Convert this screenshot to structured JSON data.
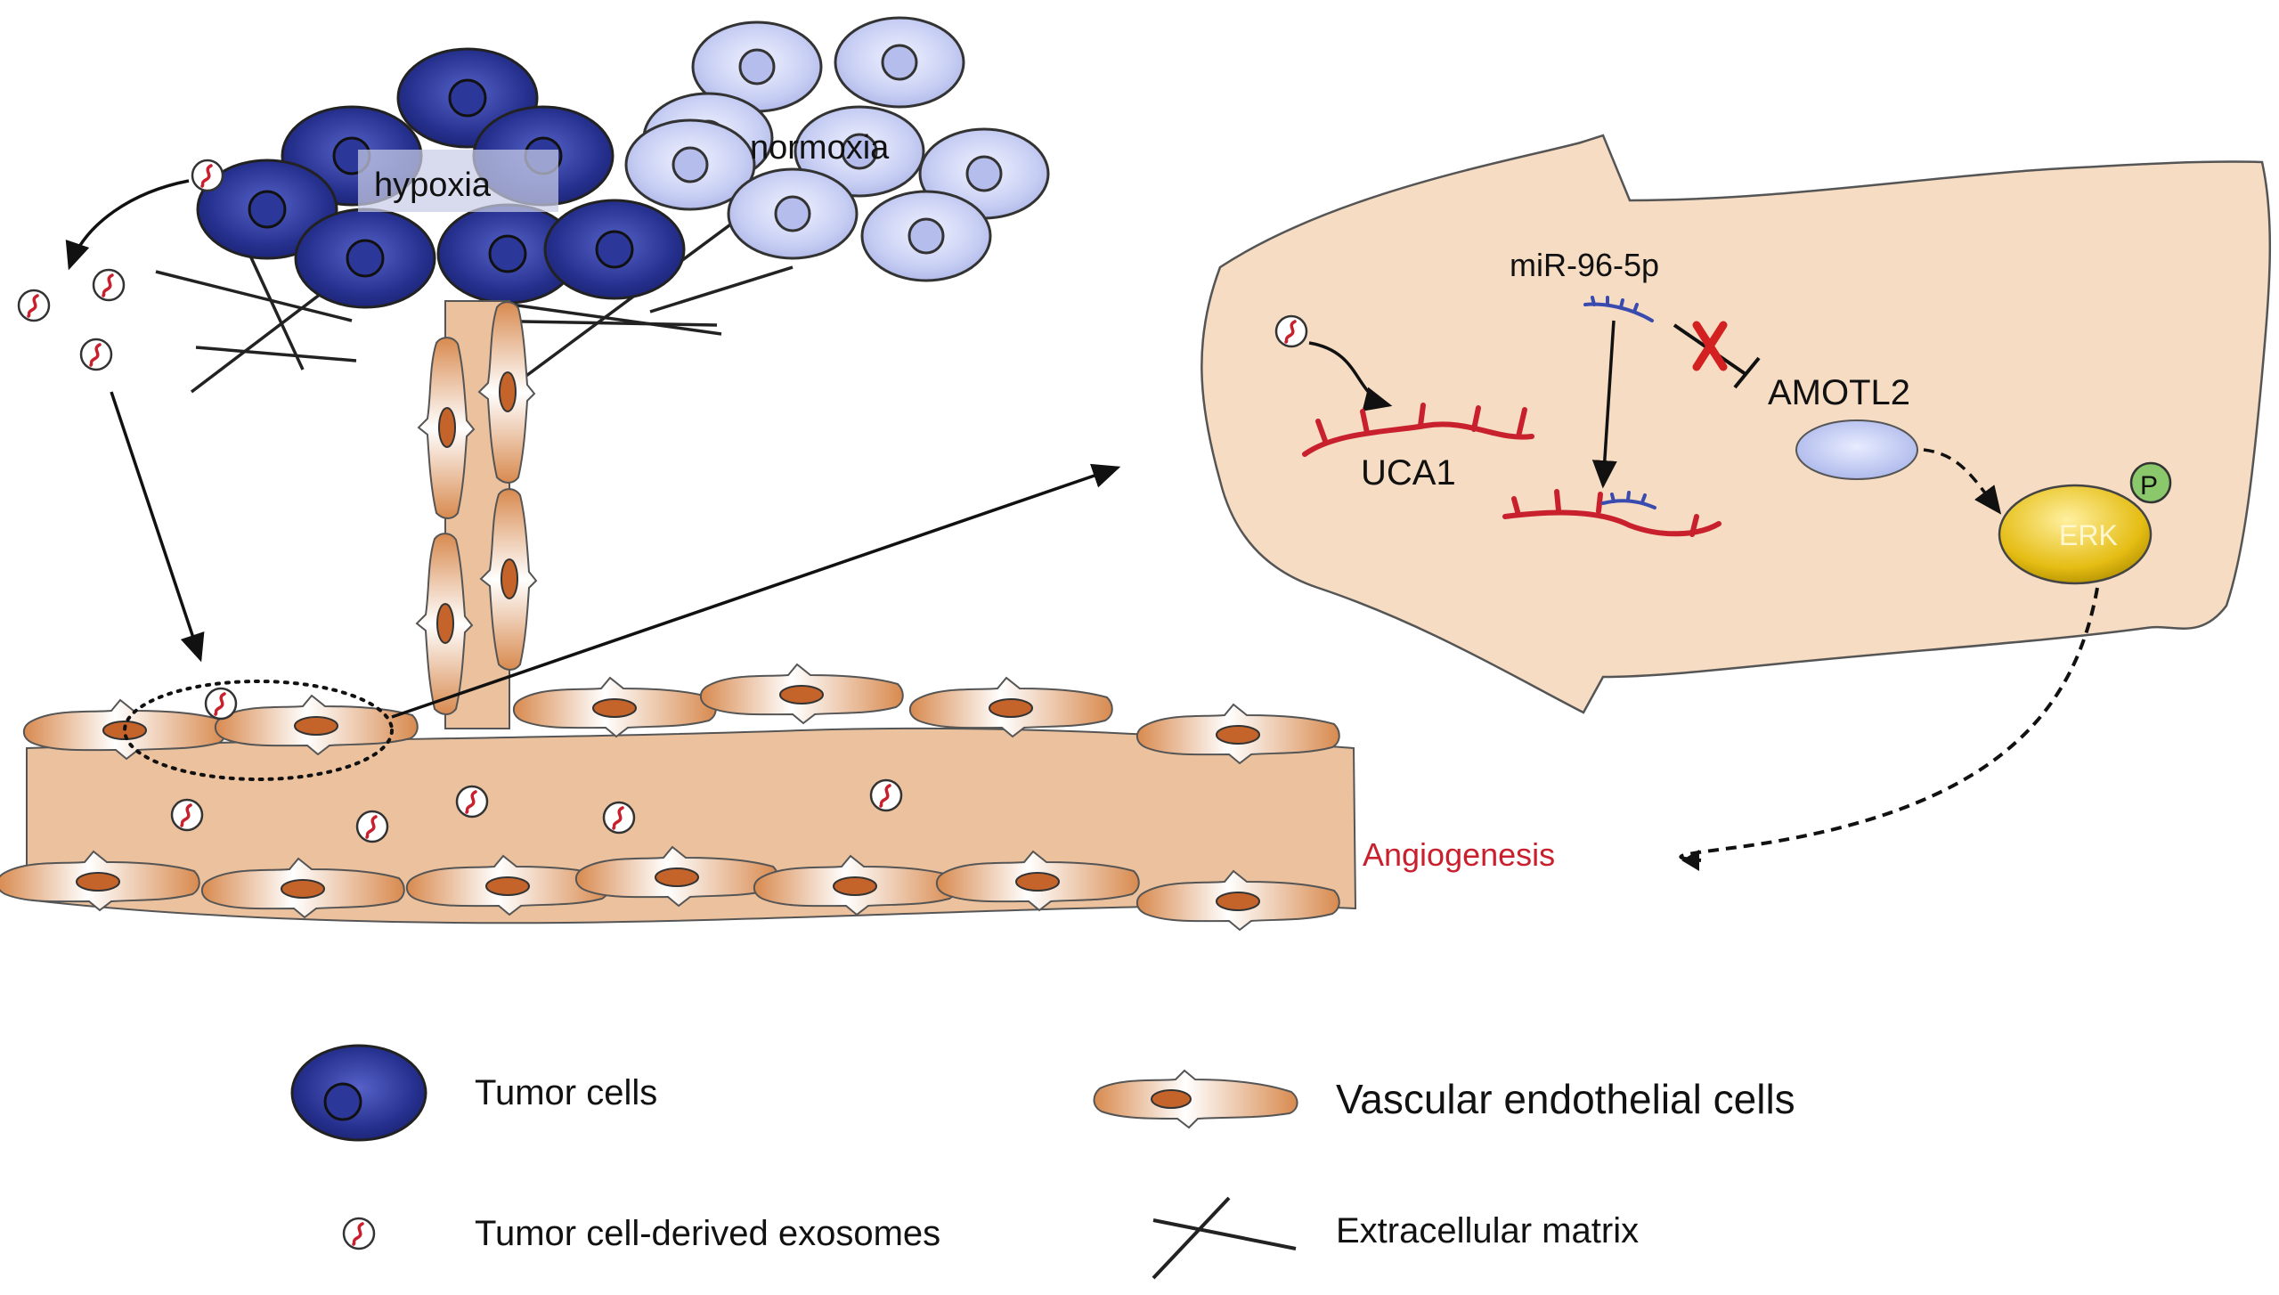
{
  "labels": {
    "hypoxia": "hypoxia",
    "normoxia": "normoxia",
    "mirna": "miR-96-5p",
    "uca1": "UCA1",
    "amotl2": "AMOTL2",
    "erk": "ERK",
    "phospho": "P",
    "angiogenesis": "Angiogenesis"
  },
  "legend": {
    "tumor_cells": "Tumor cells",
    "vascular_endothelial_cells": "Vascular endothelial cells",
    "exosomes": "Tumor cell-derived exosomes",
    "extracellular_matrix": "Extracellular matrix"
  },
  "colors": {
    "hypoxic_tumor_cell": "#26318f",
    "normoxic_tumor_cell": "#c6cdf3",
    "endothelial_cell": "#e9b489",
    "vessel_lumen": "#ecc29e",
    "zoom_cell": "#f5dcc3",
    "rna": "#c8202d",
    "mirna": "#3a4bb0",
    "erk": "#e9c21a",
    "phospho_badge": "#8ac86b",
    "angiogenesis_text": "#c8202d"
  }
}
